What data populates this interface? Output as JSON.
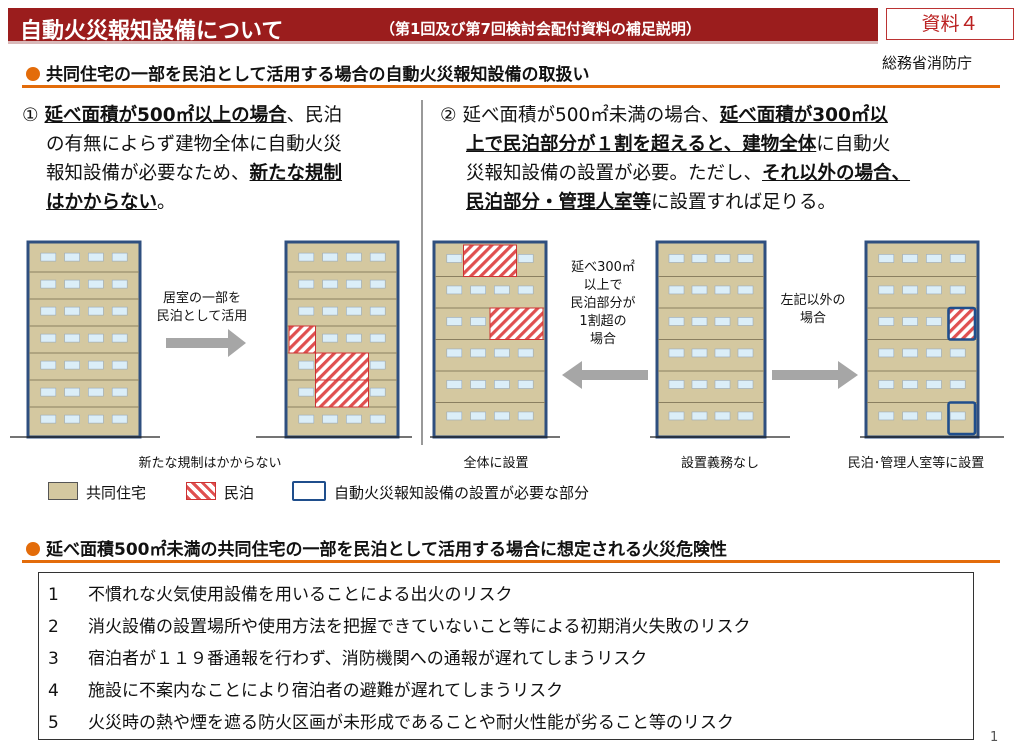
{
  "header": {
    "title": "自動火災報知設備について",
    "subtitle": "（第1回及び第7回検討会配付資料の補足説明）",
    "doc_label": "資料４",
    "agency": "総務省消防庁"
  },
  "section1": {
    "heading": "共同住宅の一部を民泊として活用する場合の自動火災報知設備の取扱い",
    "case1": {
      "num": "①",
      "t1": "延べ面積が500㎡以上の場合",
      "t2": "、民泊",
      "t3": "の有無によらず建物全体に自動火災",
      "t4": "報知設備が必要なため、",
      "t5": "新たな規制",
      "t6": "はかからない",
      "t7": "。"
    },
    "case2": {
      "num": "②",
      "t1": "延べ面積が500㎡未満の場合、",
      "t2": "延べ面積が300㎡以",
      "t3": "上で民泊部分が１割を超えると、",
      "t4": "建物全体",
      "t5": "に自動火",
      "t6": "災報知設備の設置が必要。ただし、",
      "t7": "それ以外の場合、",
      "t8": "民泊部分・管理人室等",
      "t9": "に設置すれば足りる。"
    },
    "arrow_left": [
      "居室の一部を",
      "民泊として活用"
    ],
    "arrow_middle": [
      "延べ300㎡",
      "以上で",
      "民泊部分が",
      "1割超の",
      "場合"
    ],
    "arrow_right": [
      "左記以外の",
      "場合"
    ],
    "captions": {
      "left": "新たな規制はかからない",
      "b3": "全体に設置",
      "b4": "設置義務なし",
      "b5": "民泊･管理人室等に設置"
    },
    "legend": {
      "apartment": "共同住宅",
      "minpaku": "民泊",
      "alarm": "自動火災報知設備の設置が必要な部分"
    },
    "colors": {
      "apartment": "#d4c8a0",
      "outline": "#2f4f7f",
      "window": "#dbeef8",
      "minpaku_stripe": "#e05050",
      "alarm_frame": "#1f4e8c"
    }
  },
  "section2": {
    "heading": "延べ面積500㎡未満の共同住宅の一部を民泊として活用する場合に想定される火災危険性",
    "risks": [
      {
        "num": "1",
        "text": "不慣れな火気使用設備を用いることによる出火のリスク"
      },
      {
        "num": "2",
        "text": "消火設備の設置場所や使用方法を把握できていないこと等による初期消火失敗のリスク"
      },
      {
        "num": "3",
        "text": "宿泊者が１１９番通報を行わず、消防機関への通報が遅れてしまうリスク"
      },
      {
        "num": "4",
        "text": "施設に不案内なことにより宿泊者の避難が遅れてしまうリスク"
      },
      {
        "num": "5",
        "text": "火災時の熱や煙を遮る防火区画が未形成であることや耐火性能が劣ること等のリスク"
      }
    ]
  },
  "page_number": "1"
}
